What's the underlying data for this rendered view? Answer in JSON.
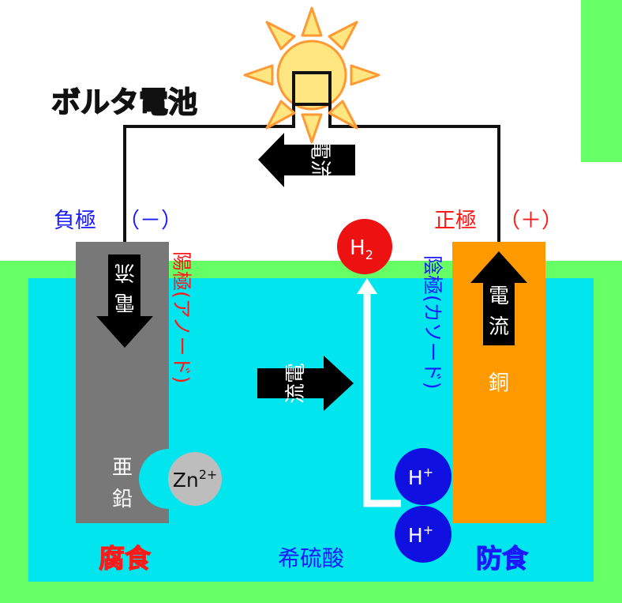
{
  "title": "ボルタ電池",
  "electrodes": {
    "negative": {
      "label": "負極",
      "sign": "（－）",
      "role": "陽極(アノード)",
      "metal_line1": "亜",
      "metal_line2": "鉛",
      "status": "腐食"
    },
    "positive": {
      "label": "正極",
      "sign": "（＋）",
      "role": "陰極(カソード)",
      "metal": "銅",
      "status": "防食"
    }
  },
  "electrolyte": "希硫酸",
  "arrows": {
    "top_current": "電流",
    "negative_flow": "流",
    "negative_flow2": "電",
    "middle_flow": "流電",
    "positive_current1": "電",
    "positive_current2": "流"
  },
  "ions": {
    "zinc": "Zn",
    "zinc_charge": "2+",
    "hydrogen_gas": "H",
    "hydrogen_gas_sub": "2",
    "proton": "H",
    "proton_charge": "+"
  },
  "colors": {
    "tank_green": "#66ff66",
    "solution_cyan": "#00e5ee",
    "zinc_gray": "#787878",
    "copper_orange": "#ff9900",
    "bulb_yellow": "#ffe680",
    "ray_orange": "#ff9933",
    "negative_blue": "#1a1aff",
    "positive_red": "#ff1a1a",
    "ion_blue": "#1010e0",
    "h2_red": "#ee1111"
  }
}
